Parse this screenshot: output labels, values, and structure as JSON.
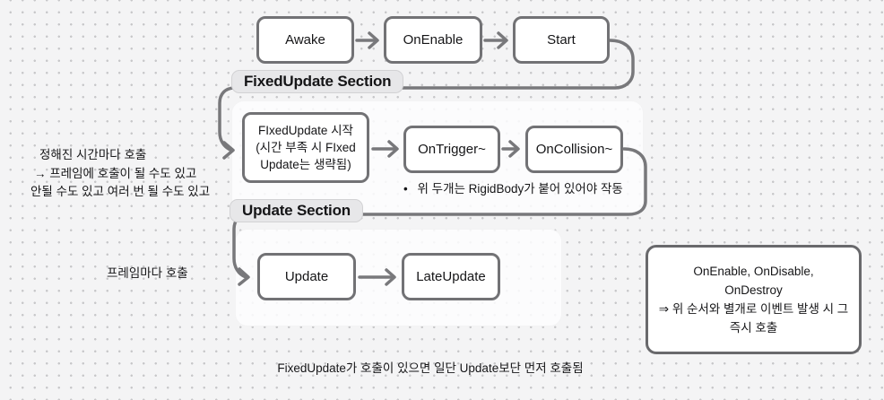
{
  "canvas": {
    "nodes": {
      "awake": "Awake",
      "on_enable": "OnEnable",
      "start": "Start",
      "fixed_update_start_lines": [
        "FIxedUpdate 시작",
        "(시간 부족 시 FIxed",
        "Update는 생략됨)"
      ],
      "on_trigger": "OnTrigger~",
      "on_collision": "OnCollision~",
      "update": "Update",
      "late_update": "LateUpdate"
    },
    "section_labels": {
      "fixed_update": "FixedUpdate Section",
      "update": "Update Section"
    },
    "notes": {
      "fixed_timing_lines": [
        "정해진 시간마다 호출",
        "→ 프레임에 호출이 될 수도 있고",
        "안될 수도 있고 여러 번 될 수도 있고"
      ],
      "frame_timing": "프레임마다 호출",
      "rigidbody_bullet": "•",
      "rigidbody_note": "위 두개는 RigidBody가 붙어 있어야 작동",
      "event_box_lines": [
        "OnEnable, OnDisable,",
        "OnDestroy",
        "⇒ 위 순서와 별개로 이벤트 발생 시 그",
        "즉시 호출"
      ],
      "footer_note": "FixedUpdate가 호출이 있으면 일단 Update보단 먼저 호출됨"
    },
    "colors": {
      "background": "#f4f4f5",
      "grid_dot": "#c7c7c9",
      "node_border": "#727275",
      "connector": "#78787b",
      "label_fill": "#e7e7e9",
      "label_border": "#d2d2d4",
      "section_fill": "#fdfdfe",
      "text": "#151517"
    }
  }
}
